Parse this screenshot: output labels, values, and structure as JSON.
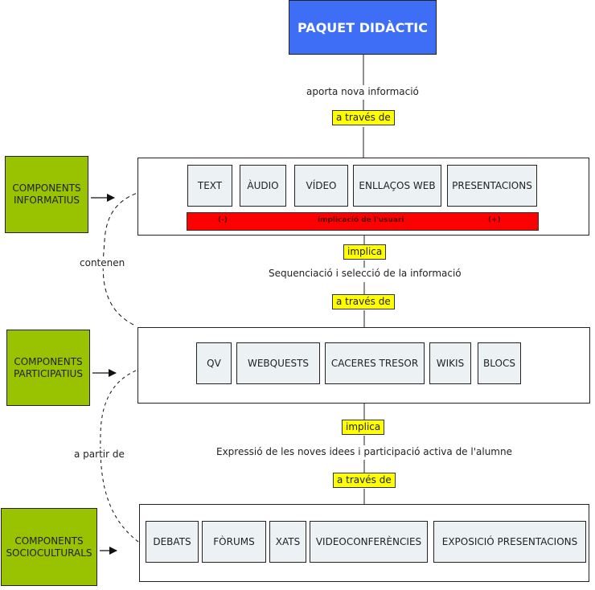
{
  "title": "PAQUET DIDÀCTIC",
  "links": {
    "aporta": "aporta nova informació",
    "a_traves_1": "a través de",
    "implica_1": "implica",
    "sequenciacio": "Sequenciació i selecció de la informació",
    "a_traves_2": "a través de",
    "implica_2": "implica",
    "expressio": "Expressió de les noves idees i participació activa de l'alumne",
    "a_traves_3": "a través de",
    "contenen": "contenen",
    "a_partir_de": "a partir de"
  },
  "components": {
    "informatius": "COMPONENTS INFORMATIUS",
    "participatius": "COMPONENTS PARTICIPATIUS",
    "socioculturals": "COMPONENTS SOCIOCULTURALS"
  },
  "informatius_items": [
    "TEXT",
    "ÀUDIO",
    "VÍDEO",
    "ENLLAÇOS WEB",
    "PRESENTACIONS"
  ],
  "implication_bar": {
    "minus": "(-)",
    "label": "implicació de l'usuari",
    "plus": "(+)"
  },
  "participatius_items": [
    "QV",
    "WEBQUESTS",
    "CACERES TRESOR",
    "WIKIS",
    "BLOCS"
  ],
  "socioculturals_items": [
    "DEBATS",
    "FÒRUMS",
    "XATS",
    "VIDEOCONFERÈNCIES",
    "EXPOSICIÓ PRESENTACIONS"
  ],
  "colors": {
    "title_bg": "#3d6ef5",
    "component_bg": "#99c300",
    "link_highlight": "#ffff00",
    "implication_bar": "#ff0000",
    "item_bg": "#ecf2f4"
  }
}
